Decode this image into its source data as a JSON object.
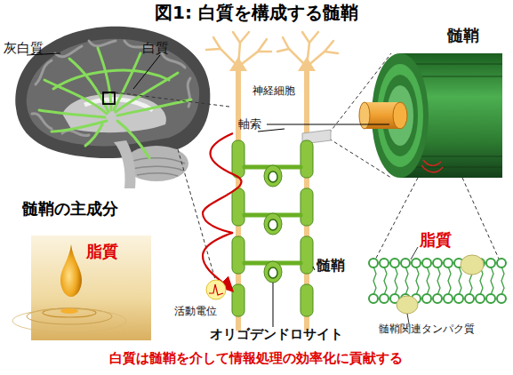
{
  "diagram": {
    "title": "図1: 白質を構成する髄鞘",
    "caption": "白質は髄鞘を介して情報処理の効率化に貢献する",
    "nodes": [
      {
        "text": [
          "髄鞘の主成分",
          "脂質"
        ]
      }
    ],
    "labels": [
      "灰白質",
      "白質",
      "神経細胞",
      "軸索",
      "活動電位",
      "髄鞘",
      "オリゴデンドロサイト",
      "髄鞘",
      "脂質",
      "髄鞘関連タンパク質"
    ]
  }
}
